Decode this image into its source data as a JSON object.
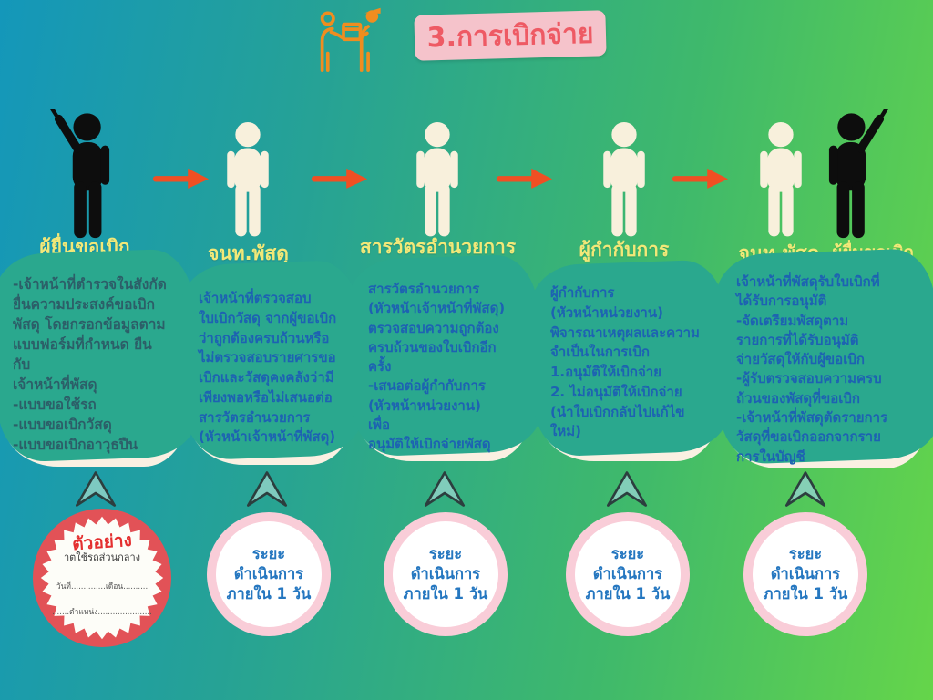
{
  "header": {
    "title": "3.การเบิกจ่าย",
    "icon": "handover-box-icon"
  },
  "colors": {
    "background_left": "#1497ba",
    "background_right": "#65d54a",
    "title_box_pink": "#f5c3cb",
    "title_text_red": "#ee5a64",
    "bubble_cream": "#faf0e2",
    "bubble_text_blue": "#1d62b2",
    "bubble_text_teal": "#2c5e68",
    "label_yellow": "#f2e878",
    "arrow_orange": "#f04f23",
    "circle_ring_pink": "#f9cdd8",
    "circle_text_blue": "#2577c0",
    "seal_red": "#e25257",
    "figure_cream": "#f8f0dc",
    "figure_black": "#0d0d0d"
  },
  "figures": [
    {
      "label": "ผู้ยื่นขอเบิก",
      "variant": "black-presenter"
    },
    {
      "label": "จนท.พัสดุ",
      "variant": "cream-standing"
    },
    {
      "label": "สารวัตรอำนวยการ",
      "variant": "cream-standing"
    },
    {
      "label": "ผู้กำกับการ",
      "variant": "cream-standing"
    },
    {
      "label": "จนท.พัสดุ",
      "variant": "cream-standing"
    },
    {
      "label": "ผู้ยื่นขอเบิก",
      "variant": "black-presenter-mirrored"
    }
  ],
  "bubbles": [
    {
      "text": "-เจ้าหน้าที่ตำรวจในสังกัด\nยื่นความประสงค์ขอเบิก\nพัสดุ โดยกรอกข้อมูลตาม\nแบบฟอร์มที่กำหนด ยืน\nกับ\nเจ้าหน้าที่พัสดุ\n-แบบขอใช้รถ\n-แบบขอเบิกวัสดุ\n-แบบขอเบิกอาวุธปืน"
    },
    {
      "text": "เจ้าหน้าที่ตรวจสอบ\nใบเบิกวัสดุ จากผู้ขอเบิก\nว่าถูกต้องครบถ้วนหรือ\nไม่ตรวจสอบรายศารขอ\nเบิกและวัสดุคงคลังว่ามี\nเพียงพอหรือไม่เสนอต่อ\nสารวัตรอำนวยการ\n(หัวหน้าเจ้าหน้าที่พัสดุ)"
    },
    {
      "text": "สารวัตรอำนวยการ\n(หัวหน้าเจ้าหน้าที่พัสดุ)\nตรวจสอบความถูกต้อง\nครบถ้วนของใบเบิกอีก\nครั้ง\n-เสนอต่อผู้กำกับการ\n(หัวหน้าหน่วยงาน)\nเพื่อ\nอนุมัติให้เบิกจ่ายพัสดุ"
    },
    {
      "text": "ผู้กำกับการ\n(หัวหน้าหน่วยงาน)\nพิจารณาเหตุผลและความ\nจำเป็นในการเบิก\n1.อนุมัติให้เบิกจ่าย\n2. ไม่อนุมัติให้เบิกจ่าย\n(นำใบเบิกกลับไปแก้ไข\nใหม่)"
    },
    {
      "text": "เจ้าหน้าที่พัสดุรับใบเบิกที่\nได้รับการอนุมัติ\n-จัดเตรียมพัสดุตาม\nรายการที่ได้รับอนุมัติ\nจ่ายวัสดุให้กับผู้ขอเบิก\n-ผู้รับตรวจสอบความครบ\nถ้วนของพัสดุที่ขอเบิก\n-เจ้าหน้าที่พัสดุตัดรายการ\nวัสดุที่ขอเบิกออกจากราย\nการในบัญชี"
    }
  ],
  "duration_circle": {
    "lines": "ระยะ\nดำเนินการ\nภายใน 1 วัน"
  },
  "sample_seal": {
    "stamp": "ตัวอย่าง",
    "form_title": "าตใช้รถส่วนกลาง",
    "form_line1": "วันที่..............เดือน..........",
    "form_line2": ".......ตำแหน่ง......................"
  }
}
